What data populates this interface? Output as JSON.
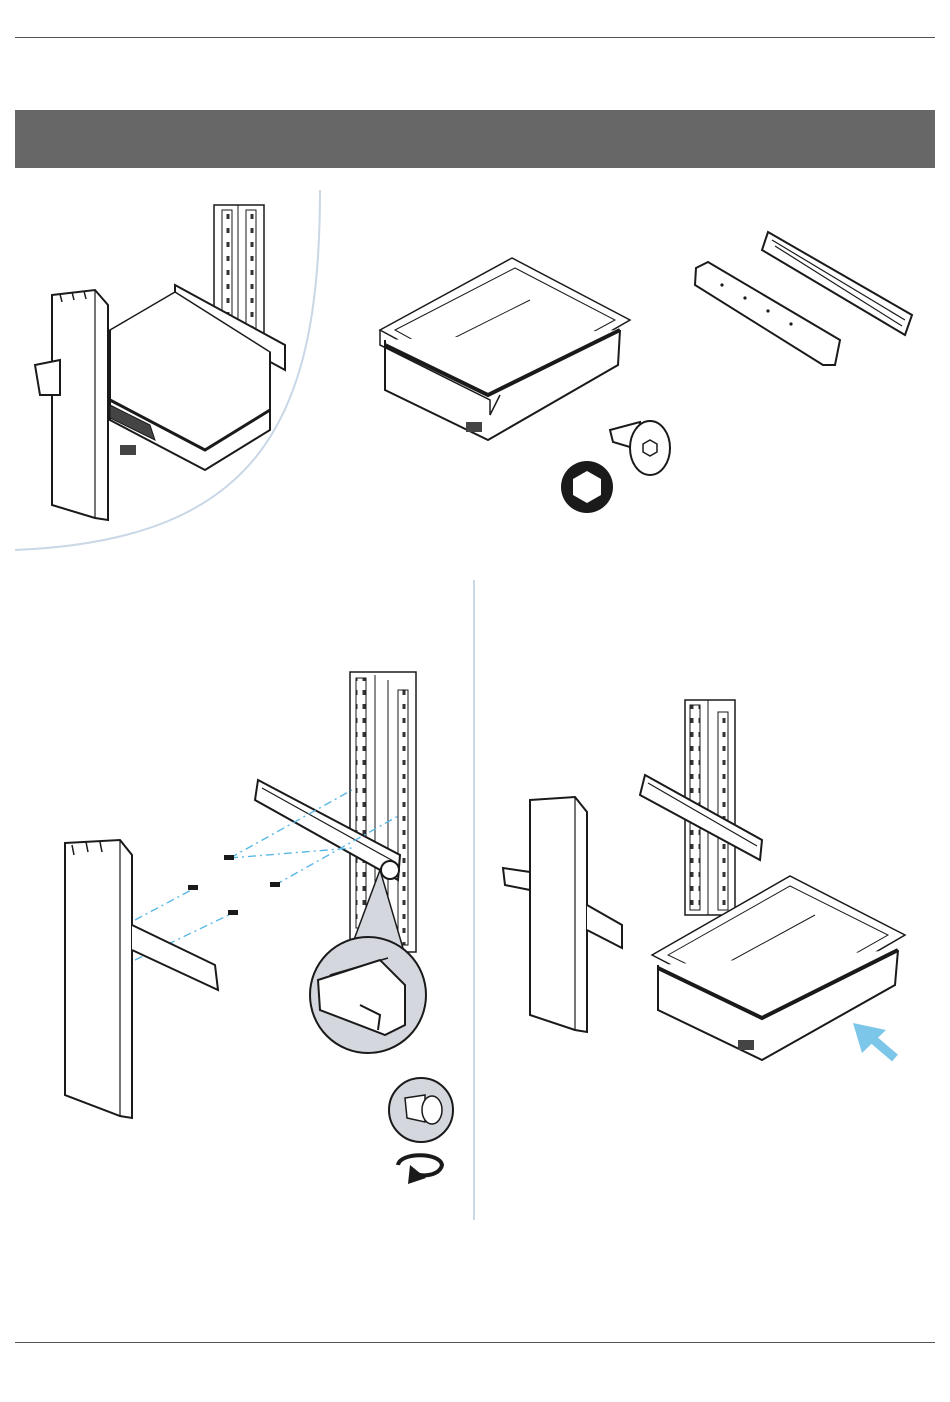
{
  "page": {
    "banner_title": ""
  },
  "steps": [
    {
      "name": "overview",
      "parts": [
        "column-cover",
        "drawer",
        "upright-rail"
      ]
    },
    {
      "name": "parts-needed",
      "parts": [
        "drawer",
        "side-bracket",
        "slide-rail",
        "flange-screw",
        "hex-key"
      ]
    },
    {
      "name": "attach-rails",
      "parts": [
        "column-cover",
        "side-bracket",
        "slide-rail",
        "upright-rail",
        "screw"
      ]
    },
    {
      "name": "insert-drawer",
      "parts": [
        "column-cover",
        "drawer",
        "slide-rail",
        "upright-rail"
      ]
    }
  ],
  "colors": {
    "banner": "#676767",
    "line": "#1a1a1a",
    "accent": "#8ed3f0",
    "detail_fill": "#d4d8de",
    "divider": "#c9d7e6"
  },
  "icons": [
    "hex-key-icon",
    "screw-icon",
    "rotate-arrow-icon",
    "insert-arrow-icon"
  ]
}
